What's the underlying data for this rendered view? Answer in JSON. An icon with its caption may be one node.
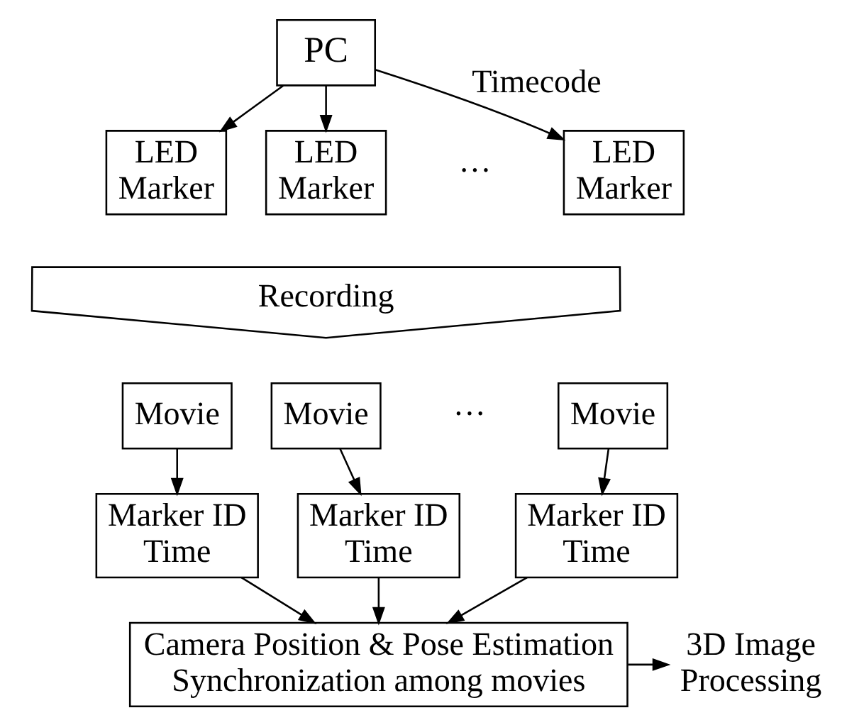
{
  "diagram": {
    "nodes": [
      {
        "text": [
          "PC"
        ]
      },
      {
        "text": [
          "LED Marker"
        ]
      },
      {
        "text": [
          "LED Marker"
        ]
      },
      {
        "text": [
          "LED Marker"
        ]
      },
      {
        "text": [
          "Recording"
        ]
      },
      {
        "text": [
          "Movie"
        ]
      },
      {
        "text": [
          "Movie"
        ]
      },
      {
        "text": [
          "Movie"
        ]
      },
      {
        "text": [
          "Marker ID Time"
        ]
      },
      {
        "text": [
          "Marker ID Time"
        ]
      },
      {
        "text": [
          "Marker ID Time"
        ]
      },
      {
        "text": [
          "Camera Position & Pose Estimation Synchronization among movies"
        ]
      },
      {
        "text": [
          "3D Image Processing"
        ]
      }
    ],
    "edges": [
      {
        "from": 0,
        "to": 1,
        "arrow": "to"
      },
      {
        "from": 0,
        "to": 2,
        "arrow": "to"
      },
      {
        "from": 0,
        "to": 3,
        "arrow": "to",
        "label": "Timecode"
      },
      {
        "from": 5,
        "to": 8,
        "arrow": "to"
      },
      {
        "from": 6,
        "to": 9,
        "arrow": "to"
      },
      {
        "from": 7,
        "to": 10,
        "arrow": "to"
      },
      {
        "from": 8,
        "to": 11,
        "arrow": "to"
      },
      {
        "from": 9,
        "to": 11,
        "arrow": "to"
      },
      {
        "from": 10,
        "to": 11,
        "arrow": "to"
      },
      {
        "from": 11,
        "to": 12,
        "arrow": "to"
      }
    ],
    "labels": [
      "···",
      "···"
    ]
  }
}
